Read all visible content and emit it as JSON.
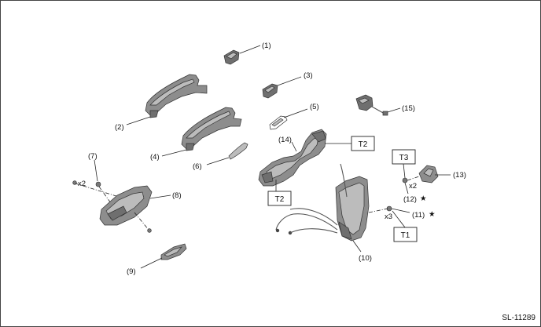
{
  "figure_code": "SL-11289",
  "callouts": {
    "c1": "(1)",
    "c2": "(2)",
    "c3": "(3)",
    "c4": "(4)",
    "c5": "(5)",
    "c6": "(6)",
    "c7": "(7)",
    "c8": "(8)",
    "c9": "(9)",
    "c10": "(10)",
    "c11": "(11)",
    "c12": "(12)",
    "c13": "(13)",
    "c14": "(14)",
    "c15": "(15)"
  },
  "torque_boxes": {
    "t1": "T1",
    "t2a": "T2",
    "t2b": "T2",
    "t3": "T3"
  },
  "quantities": {
    "q7": "x2",
    "q11": "x3",
    "q12": "x2"
  },
  "symbols": {
    "star11": "★",
    "star12": "★"
  }
}
